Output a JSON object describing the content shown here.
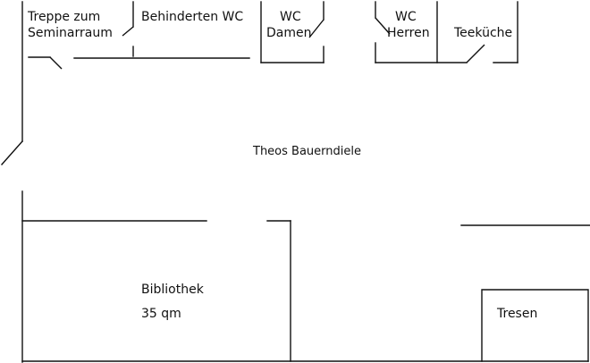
{
  "rooms": {
    "treppe_line1": "Treppe zum",
    "treppe_line2": "Seminarraum",
    "behinderten_wc": "Behinderten WC",
    "wc_damen_line1": "WC",
    "wc_damen_line2": "Damen",
    "wc_herren_line1": "WC",
    "wc_herren_line2": "Herren",
    "teekueche": "Teeküche",
    "bauerndiele": "Theos Bauerndiele",
    "bibliothek": "Bibliothek",
    "bibliothek_area": "35 qm",
    "tresen": "Tresen"
  },
  "colors": {
    "line": "#111111",
    "background": "#ffffff"
  }
}
